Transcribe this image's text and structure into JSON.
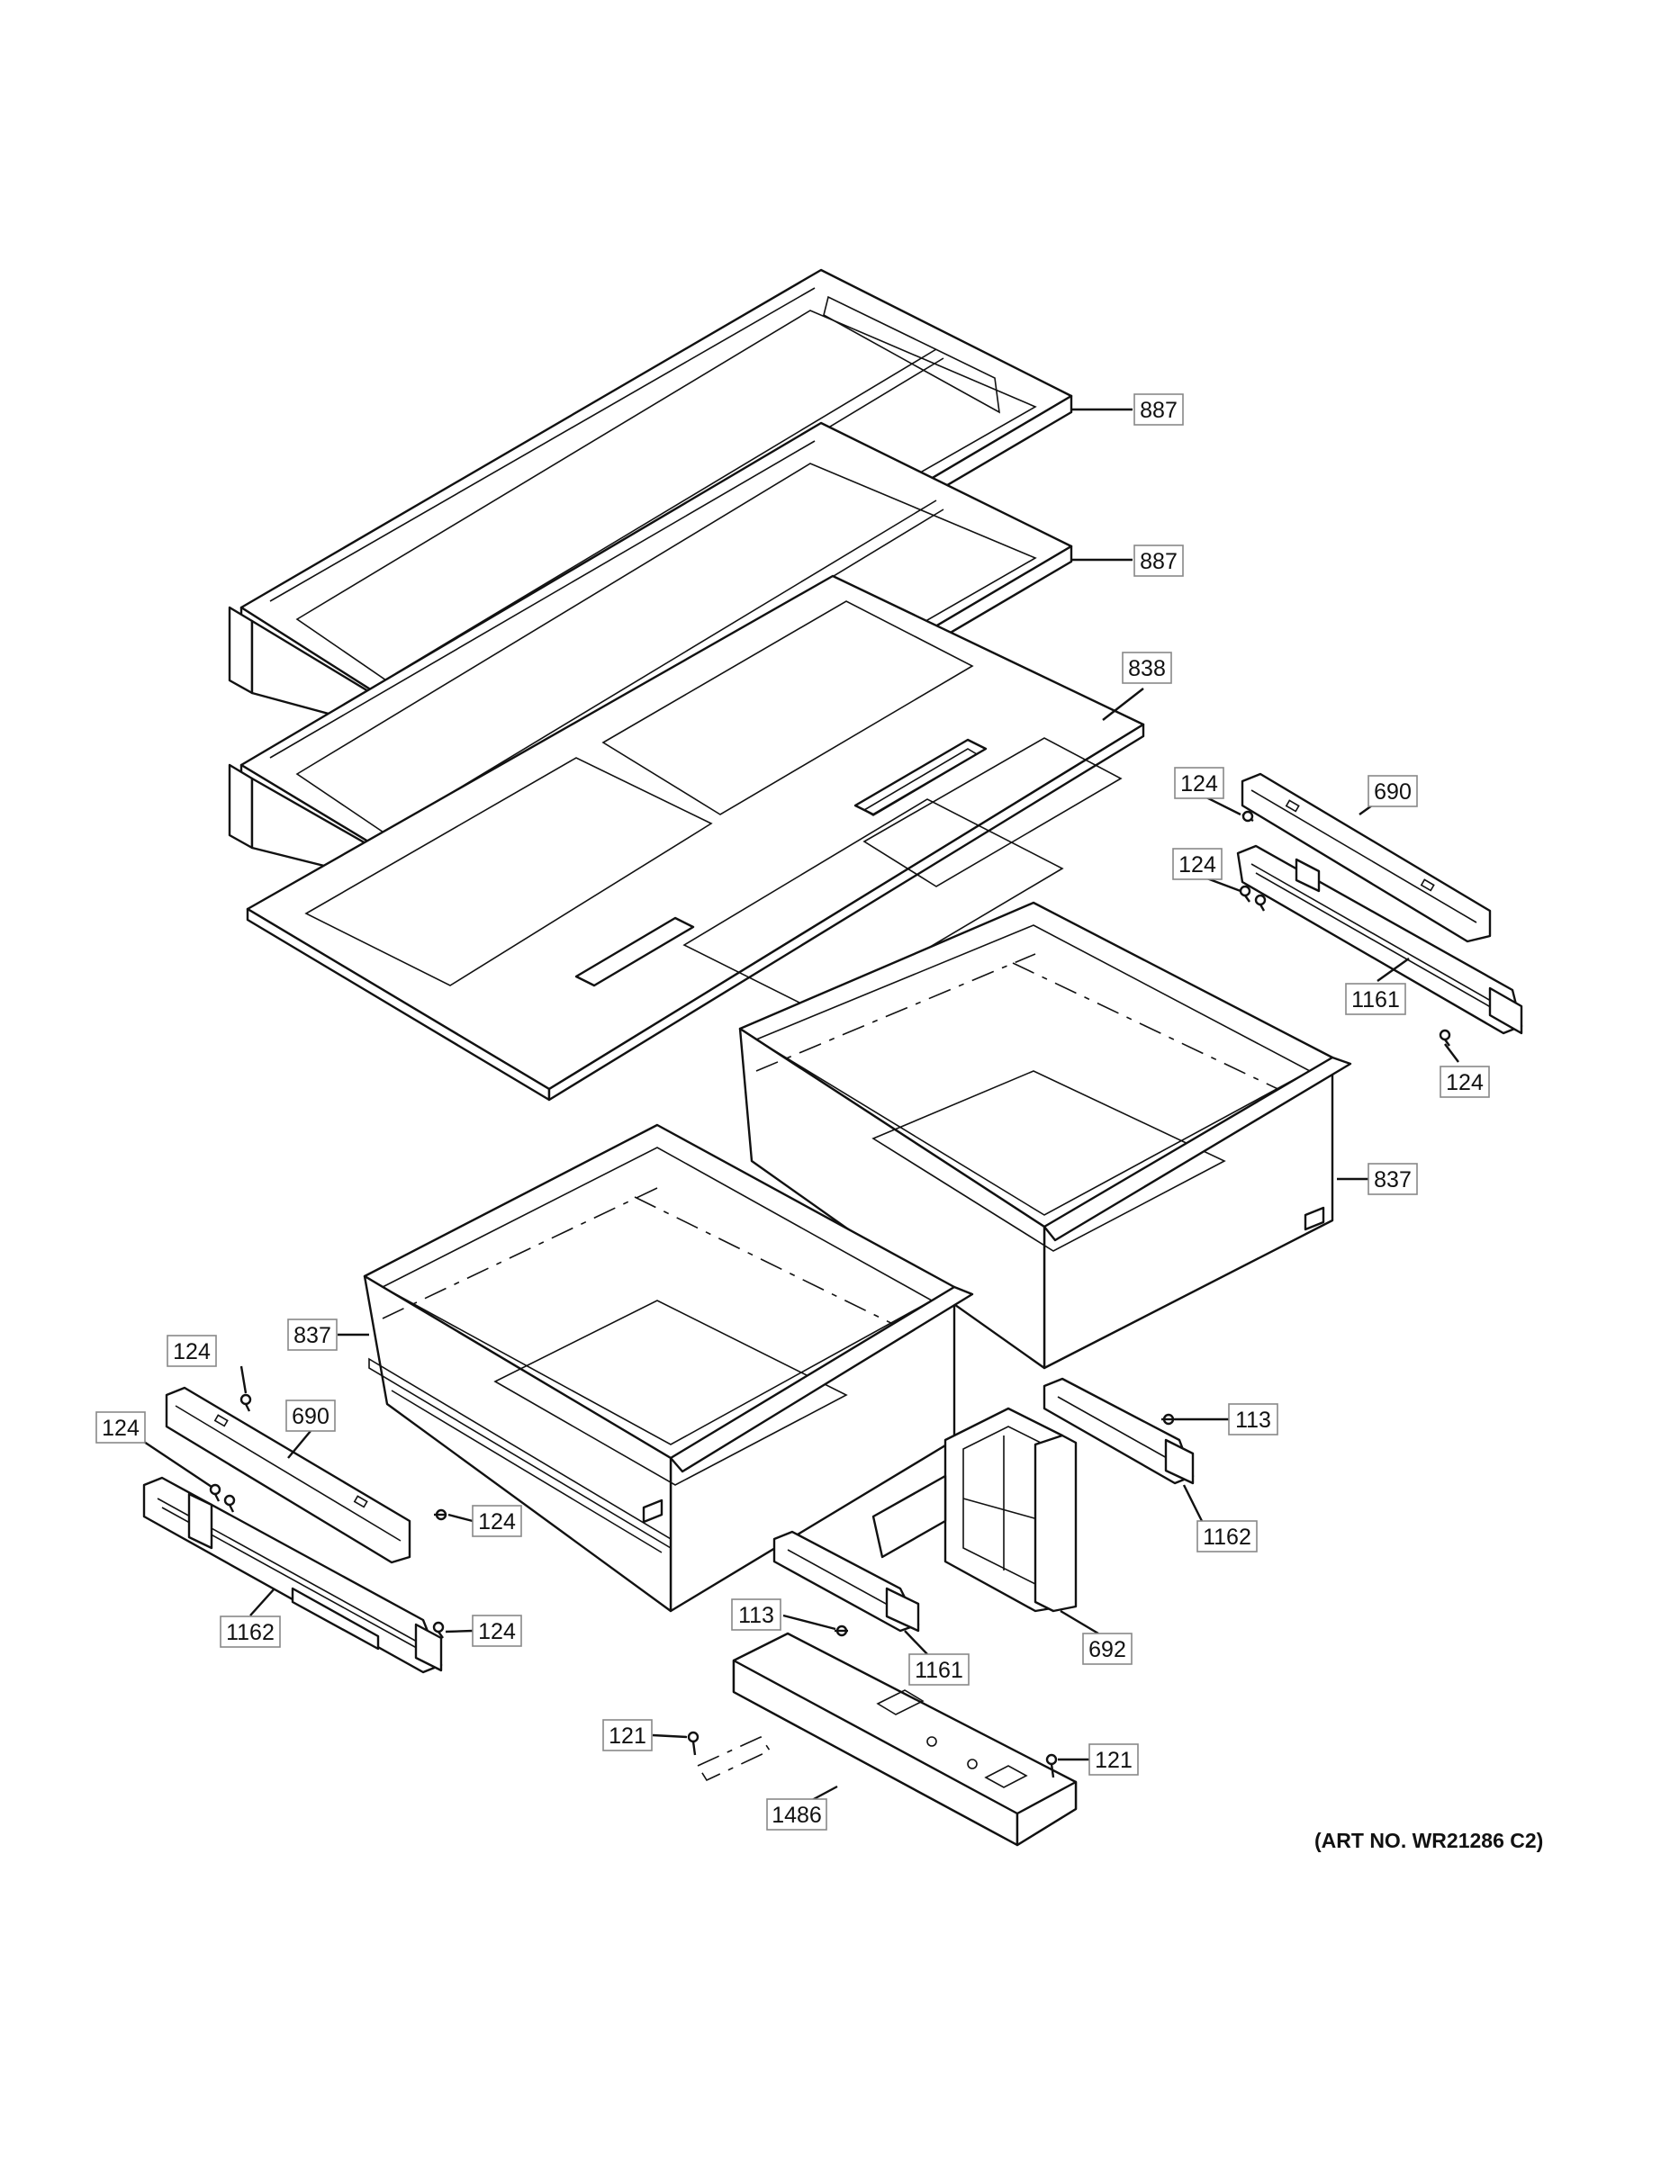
{
  "callouts": [
    {
      "label": "887",
      "part": "shelf-top"
    },
    {
      "label": "887",
      "part": "shelf-middle"
    },
    {
      "label": "838",
      "part": "cover-panel"
    },
    {
      "label": "124",
      "part": "screw"
    },
    {
      "label": "690",
      "part": "rail-bracket-right"
    },
    {
      "label": "124",
      "part": "screw"
    },
    {
      "label": "1161",
      "part": "slide-rail-right"
    },
    {
      "label": "124",
      "part": "screw"
    },
    {
      "label": "837",
      "part": "drawer-right"
    },
    {
      "label": "837",
      "part": "drawer-left"
    },
    {
      "label": "124",
      "part": "screw"
    },
    {
      "label": "690",
      "part": "rail-bracket-left"
    },
    {
      "label": "124",
      "part": "screw"
    },
    {
      "label": "124",
      "part": "screw"
    },
    {
      "label": "1162",
      "part": "slide-rail-left"
    },
    {
      "label": "124",
      "part": "screw"
    },
    {
      "label": "113",
      "part": "screw"
    },
    {
      "label": "1162",
      "part": "slide-rail-center"
    },
    {
      "label": "692",
      "part": "divider"
    },
    {
      "label": "113",
      "part": "screw"
    },
    {
      "label": "1161",
      "part": "slide-rail-center"
    },
    {
      "label": "121",
      "part": "screw"
    },
    {
      "label": "121",
      "part": "screw"
    },
    {
      "label": "1486",
      "part": "cover-bottom"
    }
  ],
  "art_number": "(ART NO. WR21286 C2)"
}
